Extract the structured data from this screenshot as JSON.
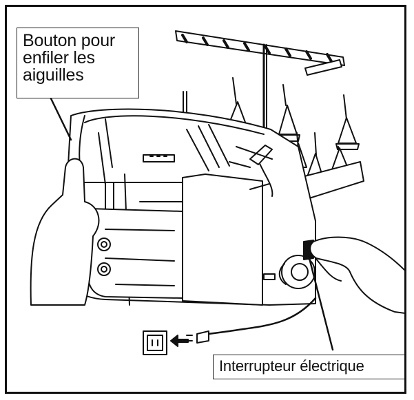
{
  "labels": {
    "needle_threader_line1": "Bouton pour",
    "needle_threader_line2": "enfiler les",
    "needle_threader_line3": "aiguilles",
    "power_switch": "Interrupteur électrique"
  },
  "colors": {
    "ink": "#111111",
    "background": "#ffffff"
  }
}
